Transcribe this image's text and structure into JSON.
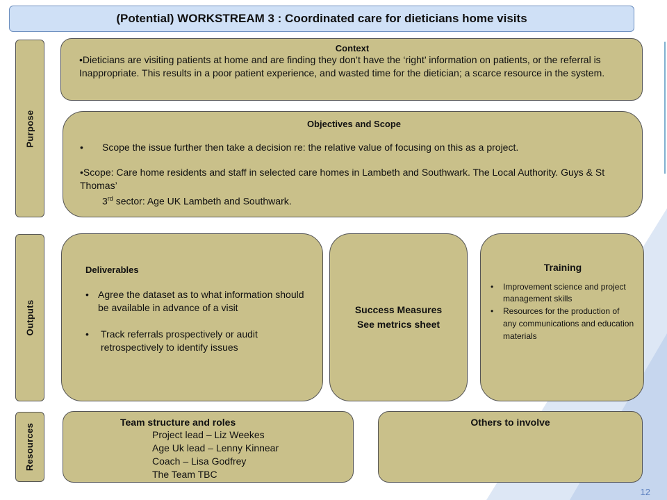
{
  "slide": {
    "title": "(Potential) WORKSTREAM 3 : Coordinated care for dieticians home visits",
    "page_number": "12"
  },
  "sections": {
    "purpose": "Purpose",
    "outputs": "Outputs",
    "resources": "Resources"
  },
  "context": {
    "title": "Context",
    "bullet": "Dieticians are visiting patients at home and are finding they don’t have the ‘right’ information on patients, or the referral is Inappropriate.  This results in a poor patient experience, and wasted time for the dietician; a scarce resource in the system."
  },
  "objectives": {
    "title": "Objectives and Scope",
    "bullet1": "Scope the issue further then take a decision re: the relative value of focusing on this as a project.",
    "bullet2": "Scope: Care home residents and staff in selected care homes in Lambeth and Southwark. The Local Authority. Guys & St Thomas’",
    "line3_prefix": "3",
    "line3_sup": "rd",
    "line3_rest": " sector: Age UK Lambeth and Southwark."
  },
  "deliverables": {
    "title": "Deliverables",
    "items": [
      "Agree the dataset as to what information should be available in advance of a visit",
      "Track referrals prospectively or audit retrospectively to identify issues"
    ]
  },
  "success": {
    "line1": "Success Measures",
    "line2": "See metrics sheet"
  },
  "training": {
    "title": "Training",
    "items": [
      "Improvement science and project management skills",
      "Resources for the production of any communications and education    materials"
    ]
  },
  "team": {
    "title": "Team structure and roles",
    "roles": [
      "Project lead – Liz Weekes",
      "Age Uk lead – Lenny Kinnear",
      "Coach – Lisa Godfrey",
      "The Team TBC"
    ]
  },
  "others": {
    "title": "Others to involve"
  },
  "colors": {
    "box_fill": "#c9c08a",
    "title_fill": "#cfe0f6",
    "accent_blue": "#5b7fbf"
  }
}
